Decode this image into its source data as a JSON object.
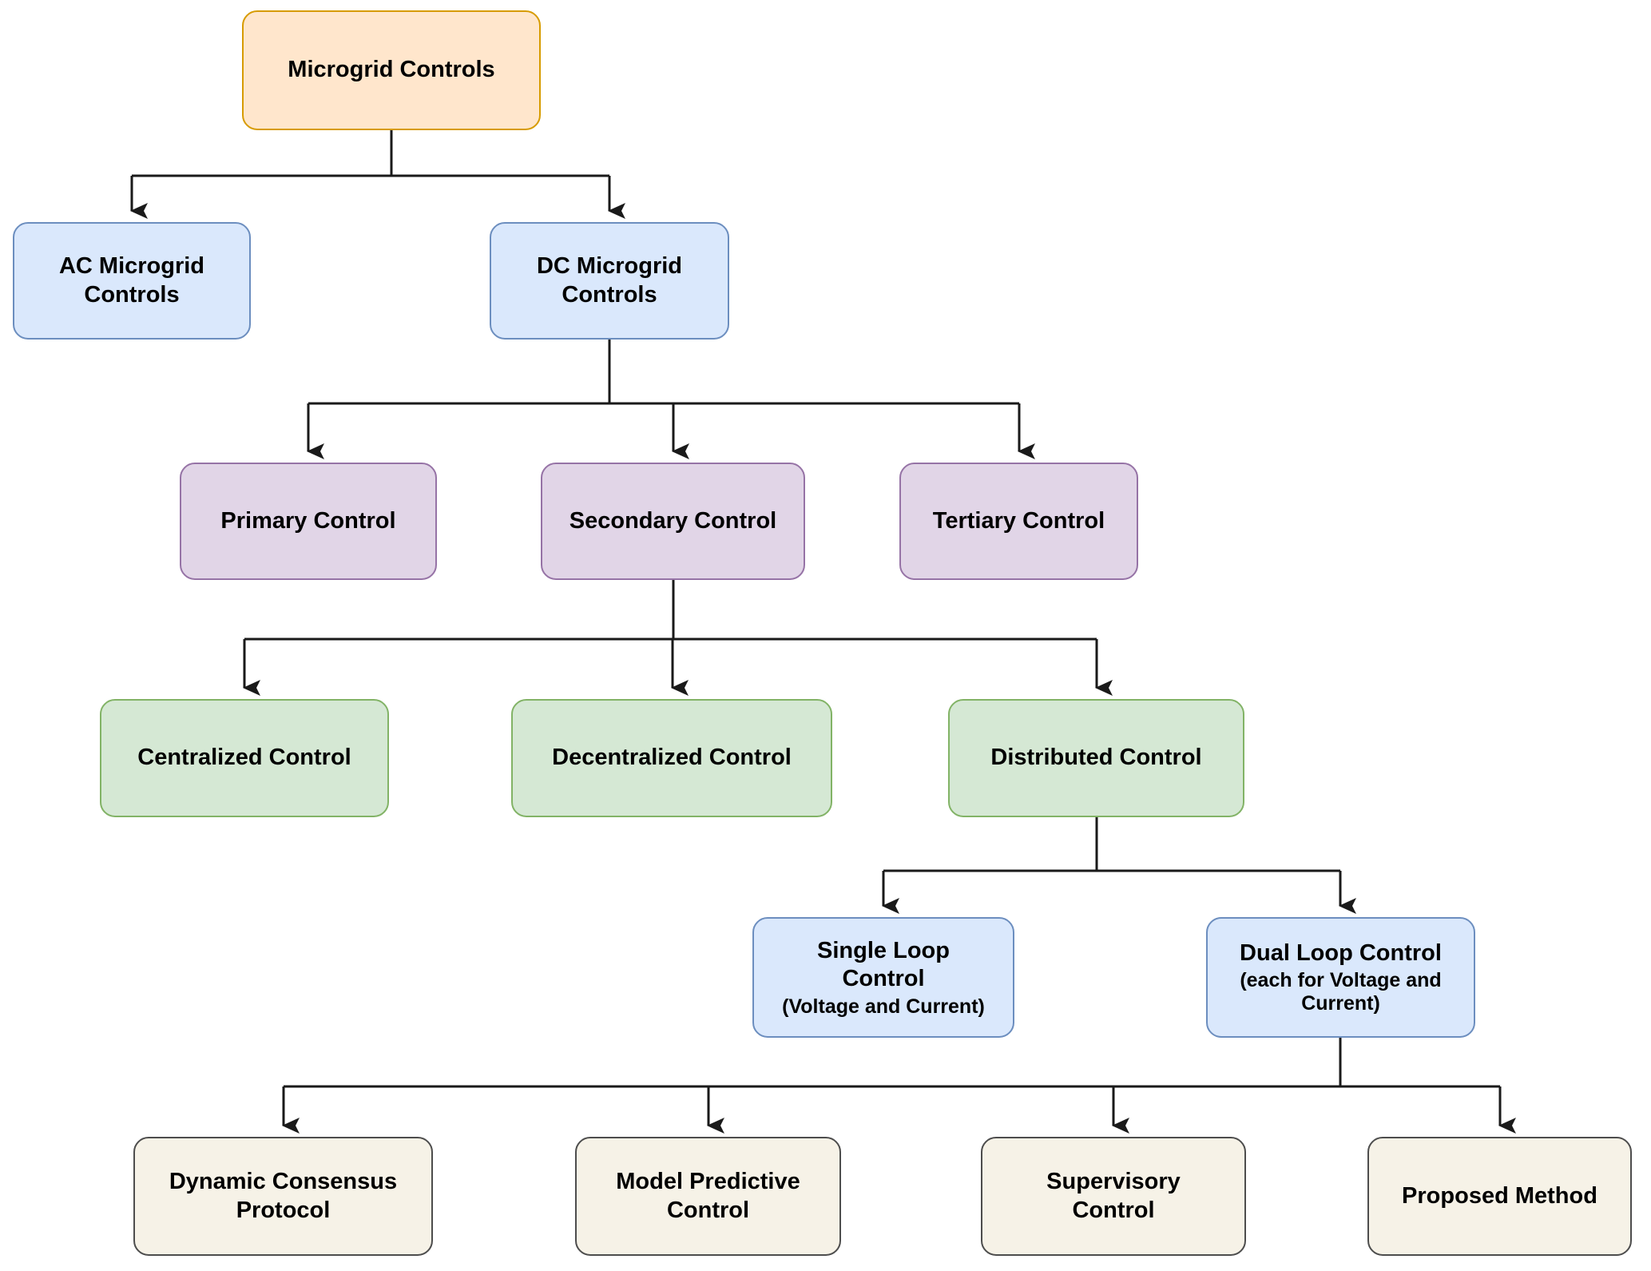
{
  "palette": {
    "orange": {
      "fill": "#FFE6CC",
      "stroke": "#D79B00"
    },
    "blue": {
      "fill": "#DAE8FC",
      "stroke": "#6C8EBF"
    },
    "purple": {
      "fill": "#E1D5E7",
      "stroke": "#9673A6"
    },
    "green": {
      "fill": "#D5E8D4",
      "stroke": "#82B366"
    },
    "beige": {
      "fill": "#F6F2E7",
      "stroke": "#4D4D4D"
    },
    "line": "#1A1A1A",
    "text": "#000000",
    "background": "#FFFFFF"
  },
  "nodes": {
    "microgrid": {
      "label": "Microgrid Controls",
      "color": "orange"
    },
    "ac": {
      "label": "AC Microgrid Controls",
      "color": "blue"
    },
    "dc": {
      "label": "DC Microgrid Controls",
      "color": "blue"
    },
    "primary": {
      "label": "Primary Control",
      "color": "purple"
    },
    "secondary": {
      "label": "Secondary Control",
      "color": "purple"
    },
    "tertiary": {
      "label": "Tertiary Control",
      "color": "purple"
    },
    "centralized": {
      "label": "Centralized Control",
      "color": "green"
    },
    "decentralized": {
      "label": "Decentralized Control",
      "color": "green"
    },
    "distributed": {
      "label": "Distributed Control",
      "color": "green"
    },
    "single_loop": {
      "label": "Single Loop Control",
      "sublabel": "(Voltage and Current)",
      "color": "blue"
    },
    "dual_loop": {
      "label": "Dual Loop Control",
      "sublabel": "(each for Voltage and Current)",
      "color": "blue"
    },
    "dynamic_consensus": {
      "label": "Dynamic Consensus Protocol",
      "color": "beige"
    },
    "model_predictive": {
      "label": "Model Predictive Control",
      "color": "beige"
    },
    "supervisory": {
      "label": "Supervisory Control",
      "color": "beige"
    },
    "proposed": {
      "label": "Proposed Method",
      "color": "beige"
    }
  },
  "edges": [
    {
      "from": "microgrid",
      "to": "ac"
    },
    {
      "from": "microgrid",
      "to": "dc"
    },
    {
      "from": "dc",
      "to": "primary"
    },
    {
      "from": "dc",
      "to": "secondary"
    },
    {
      "from": "dc",
      "to": "tertiary"
    },
    {
      "from": "secondary",
      "to": "centralized"
    },
    {
      "from": "secondary",
      "to": "decentralized"
    },
    {
      "from": "secondary",
      "to": "distributed"
    },
    {
      "from": "distributed",
      "to": "single_loop"
    },
    {
      "from": "distributed",
      "to": "dual_loop"
    },
    {
      "from": "dual_loop",
      "to": "dynamic_consensus"
    },
    {
      "from": "dual_loop",
      "to": "model_predictive"
    },
    {
      "from": "dual_loop",
      "to": "supervisory"
    },
    {
      "from": "dual_loop",
      "to": "proposed"
    }
  ]
}
